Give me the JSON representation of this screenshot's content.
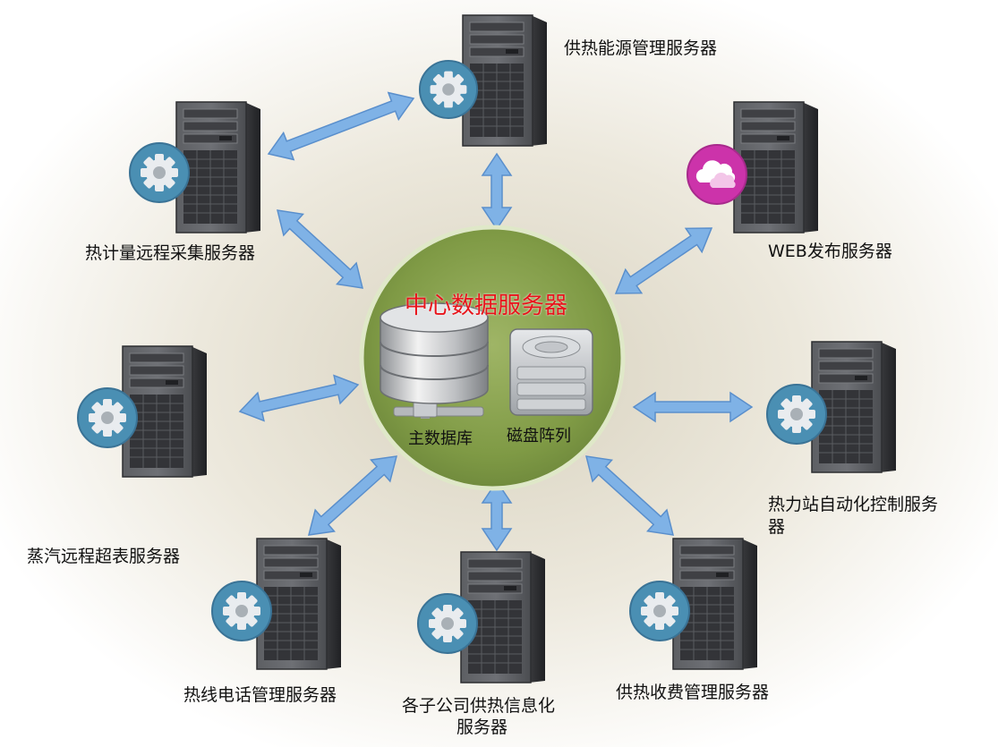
{
  "center": {
    "title": "中心数据服务器",
    "database_label": "主数据库",
    "disk_label": "磁盘阵列"
  },
  "servers": [
    {
      "label": "供热能源管理服务器",
      "icon": "gear-icon"
    },
    {
      "label": "热计量远程采集服务器",
      "icon": "gear-icon"
    },
    {
      "label": "WEB发布服务器",
      "icon": "cloud-icon"
    },
    {
      "label": "蒸汽远程超表服务器",
      "icon": "gear-icon"
    },
    {
      "label": "热力站自动化控制服务",
      "label_line2": "器",
      "icon": "gear-icon"
    },
    {
      "label": "热线电话管理服务器",
      "icon": "gear-icon"
    },
    {
      "label": "各子公司供热信息化",
      "label_line2": "服务器",
      "icon": "gear-icon"
    },
    {
      "label": "供热收费管理服务器",
      "icon": "gear-icon"
    }
  ],
  "colors": {
    "arrow": "#7fb2e6",
    "arrow_stroke": "#5a8fcc",
    "center_fill": "#7f9a45",
    "gear_badge": "#4a8fb3",
    "cloud_badge": "#cc33aa",
    "title": "#e8141b"
  }
}
